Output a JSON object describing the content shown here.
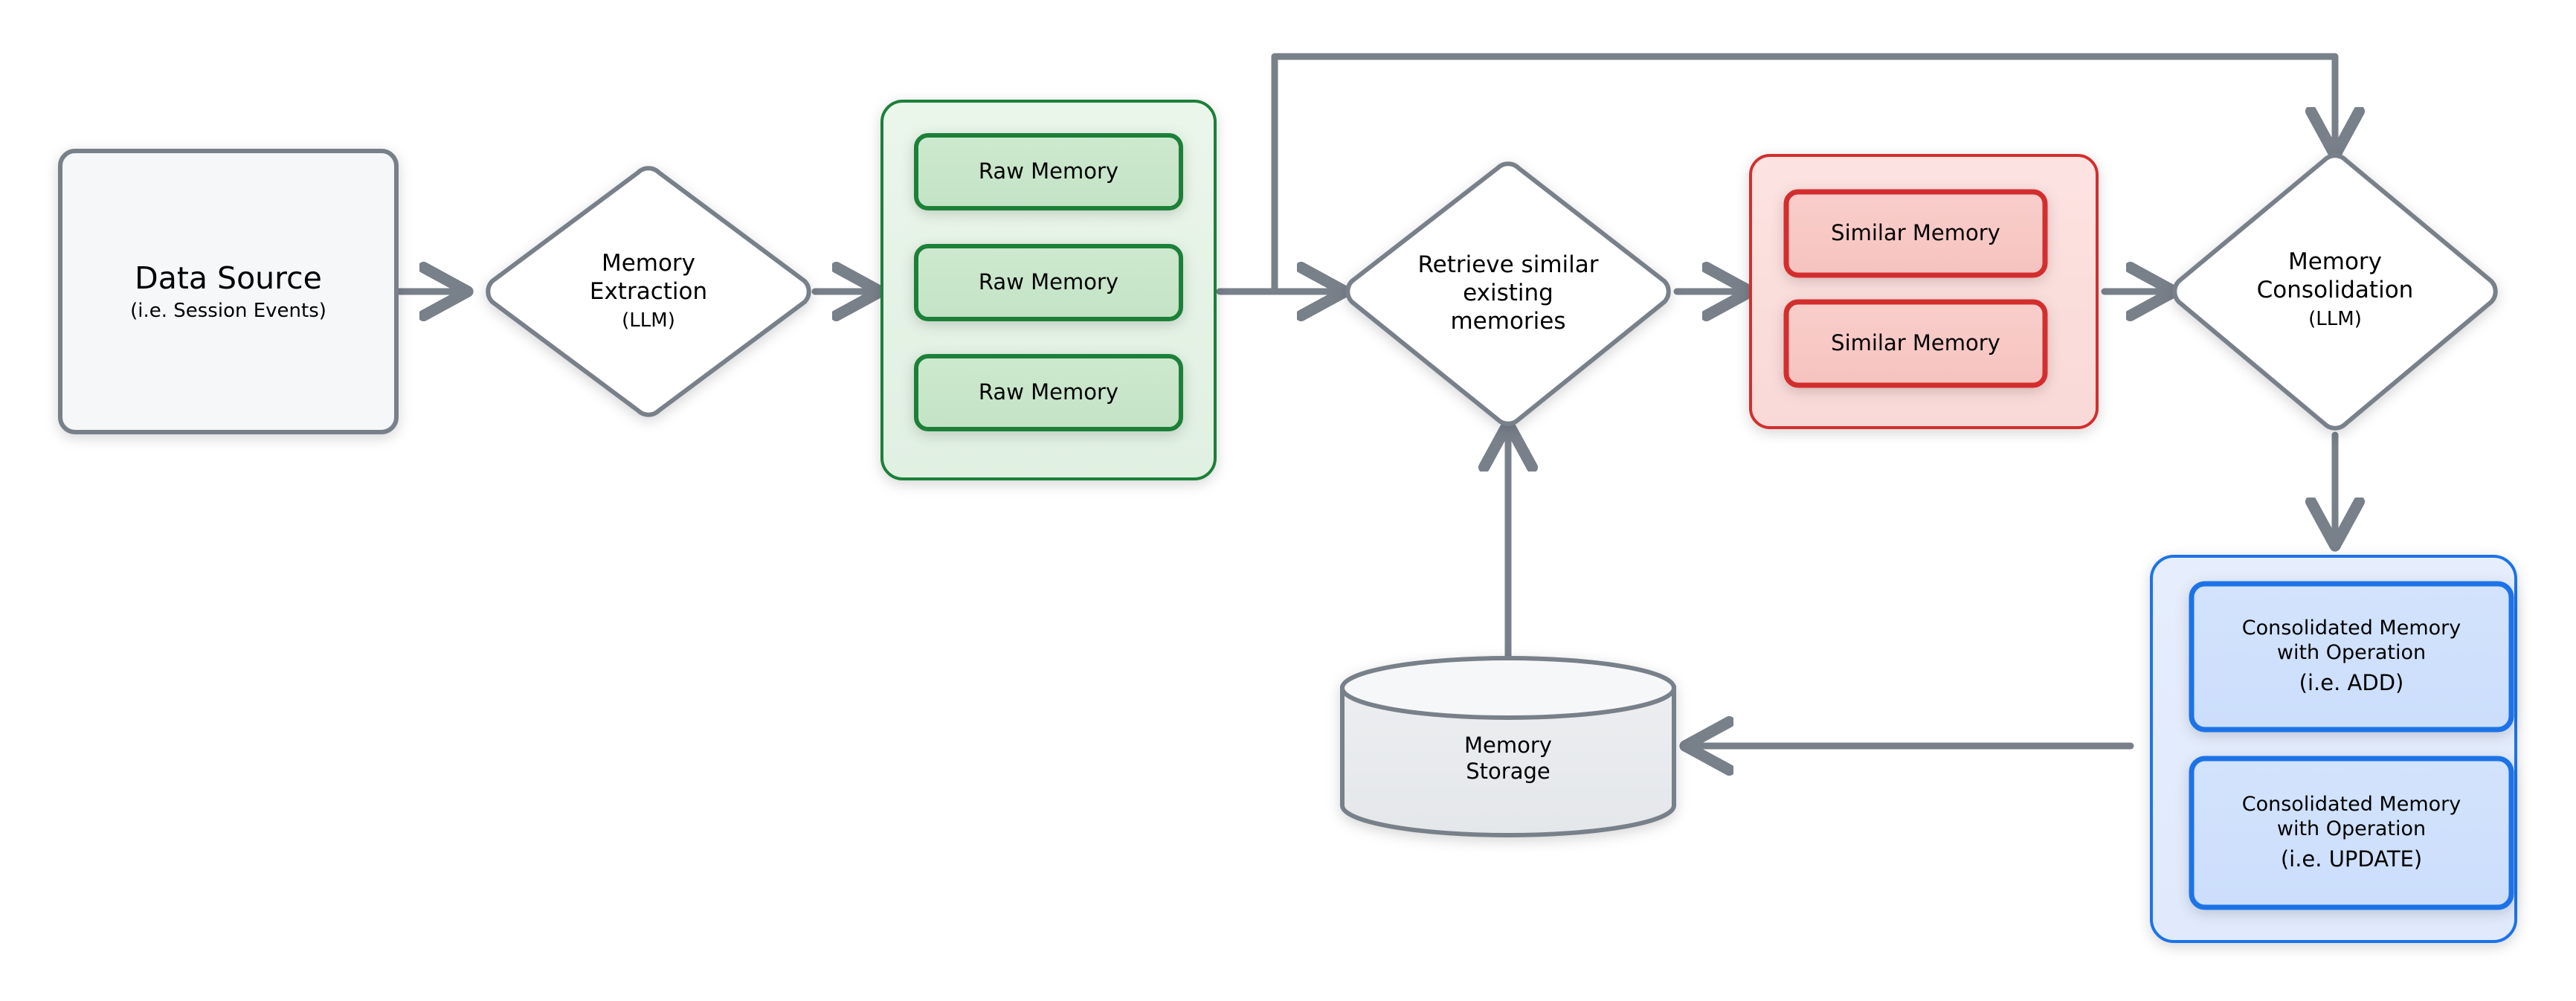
{
  "diagram": {
    "title": "Memory pipeline flow diagram",
    "colors": {
      "stroke_gray": "#78808a",
      "fill_gray_light": "#f6f7f9",
      "green_border": "#1e8038",
      "green_fill": "#c8e6c9",
      "green_container_fill": "#e6f4e7",
      "red_border": "#d32f2f",
      "red_fill": "#f8c8c5",
      "red_container_fill": "#fbe0de",
      "blue_border": "#1a73e8",
      "blue_fill": "#cfe0fb",
      "blue_container_fill": "#e4edfd",
      "cylinder_fill": "#e8eaed",
      "cylinder_top_fill": "#f6f7f9"
    },
    "nodes": {
      "data_source": {
        "name": "Data Source",
        "label": "Data Source",
        "sublabel": "(i.e. Session Events)",
        "shape": "rounded-rectangle"
      },
      "memory_extraction": {
        "name": "Memory Extraction",
        "line1": "Memory",
        "line2": "Extraction",
        "sublabel": "(LLM)",
        "shape": "diamond"
      },
      "raw_memory_group": {
        "name": "Raw Memory group",
        "shape": "rounded-rectangle-container",
        "items": [
          {
            "label": "Raw Memory"
          },
          {
            "label": "Raw Memory"
          },
          {
            "label": "Raw Memory"
          }
        ]
      },
      "retrieve_similar": {
        "name": "Retrieve similar existing memories",
        "line1": "Retrieve similar",
        "line2": "existing",
        "line3": "memories",
        "shape": "diamond"
      },
      "similar_memory_group": {
        "name": "Similar Memory group",
        "shape": "rounded-rectangle-container",
        "items": [
          {
            "label": "Similar Memory"
          },
          {
            "label": "Similar Memory"
          }
        ]
      },
      "memory_consolidation": {
        "name": "Memory Consolidation",
        "line1": "Memory",
        "line2": "Consolidation",
        "sublabel": "(LLM)",
        "shape": "diamond"
      },
      "consolidated_memory_group": {
        "name": "Consolidated Memory group",
        "shape": "rounded-rectangle-container",
        "items": [
          {
            "line1": "Consolidated Memory",
            "line2": "with Operation",
            "sublabel": "(i.e. ADD)"
          },
          {
            "line1": "Consolidated Memory",
            "line2": "with Operation",
            "sublabel": "(i.e. UPDATE)"
          }
        ]
      },
      "memory_storage": {
        "name": "Memory Storage",
        "line1": "Memory",
        "line2": "Storage",
        "shape": "cylinder"
      }
    },
    "edges": [
      {
        "name": "data-source-to-memory-extraction",
        "from": "Data Source",
        "to": "Memory Extraction",
        "direction": "right",
        "arrowhead": true
      },
      {
        "name": "memory-extraction-to-raw-memory",
        "from": "Memory Extraction",
        "to": "Raw Memory group",
        "direction": "right",
        "arrowhead": true
      },
      {
        "name": "raw-memory-to-retrieve-similar",
        "from": "Raw Memory group",
        "to": "Retrieve similar existing memories",
        "direction": "right",
        "arrowhead": true
      },
      {
        "name": "retrieve-similar-to-similar-memory",
        "from": "Retrieve similar existing memories",
        "to": "Similar Memory group",
        "direction": "right",
        "arrowhead": true
      },
      {
        "name": "similar-memory-to-memory-consolidation",
        "from": "Similar Memory group",
        "to": "Memory Consolidation",
        "direction": "right",
        "arrowhead": true
      },
      {
        "name": "raw-memory-feedback-to-memory-consolidation",
        "from": "Raw Memory group",
        "to": "Memory Consolidation",
        "direction": "up-right-down",
        "arrowhead": true
      },
      {
        "name": "memory-consolidation-to-consolidated-memory",
        "from": "Memory Consolidation",
        "to": "Consolidated Memory group",
        "direction": "down",
        "arrowhead": true
      },
      {
        "name": "consolidated-memory-to-memory-storage",
        "from": "Consolidated Memory group",
        "to": "Memory Storage",
        "direction": "left",
        "arrowhead": true
      },
      {
        "name": "memory-storage-to-retrieve-similar",
        "from": "Memory Storage",
        "to": "Retrieve similar existing memories",
        "direction": "up",
        "arrowhead": true
      }
    ]
  }
}
